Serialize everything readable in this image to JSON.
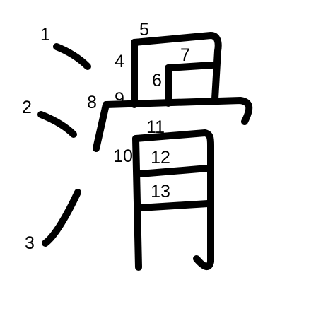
{
  "diagram": {
    "character": "滑",
    "stroke_color": "#000000",
    "background_color": "#ffffff",
    "stroke_count": 13,
    "stroke_labels": [
      "1",
      "2",
      "3",
      "4",
      "5",
      "6",
      "7",
      "8",
      "9",
      "10",
      "11",
      "12",
      "13"
    ]
  }
}
